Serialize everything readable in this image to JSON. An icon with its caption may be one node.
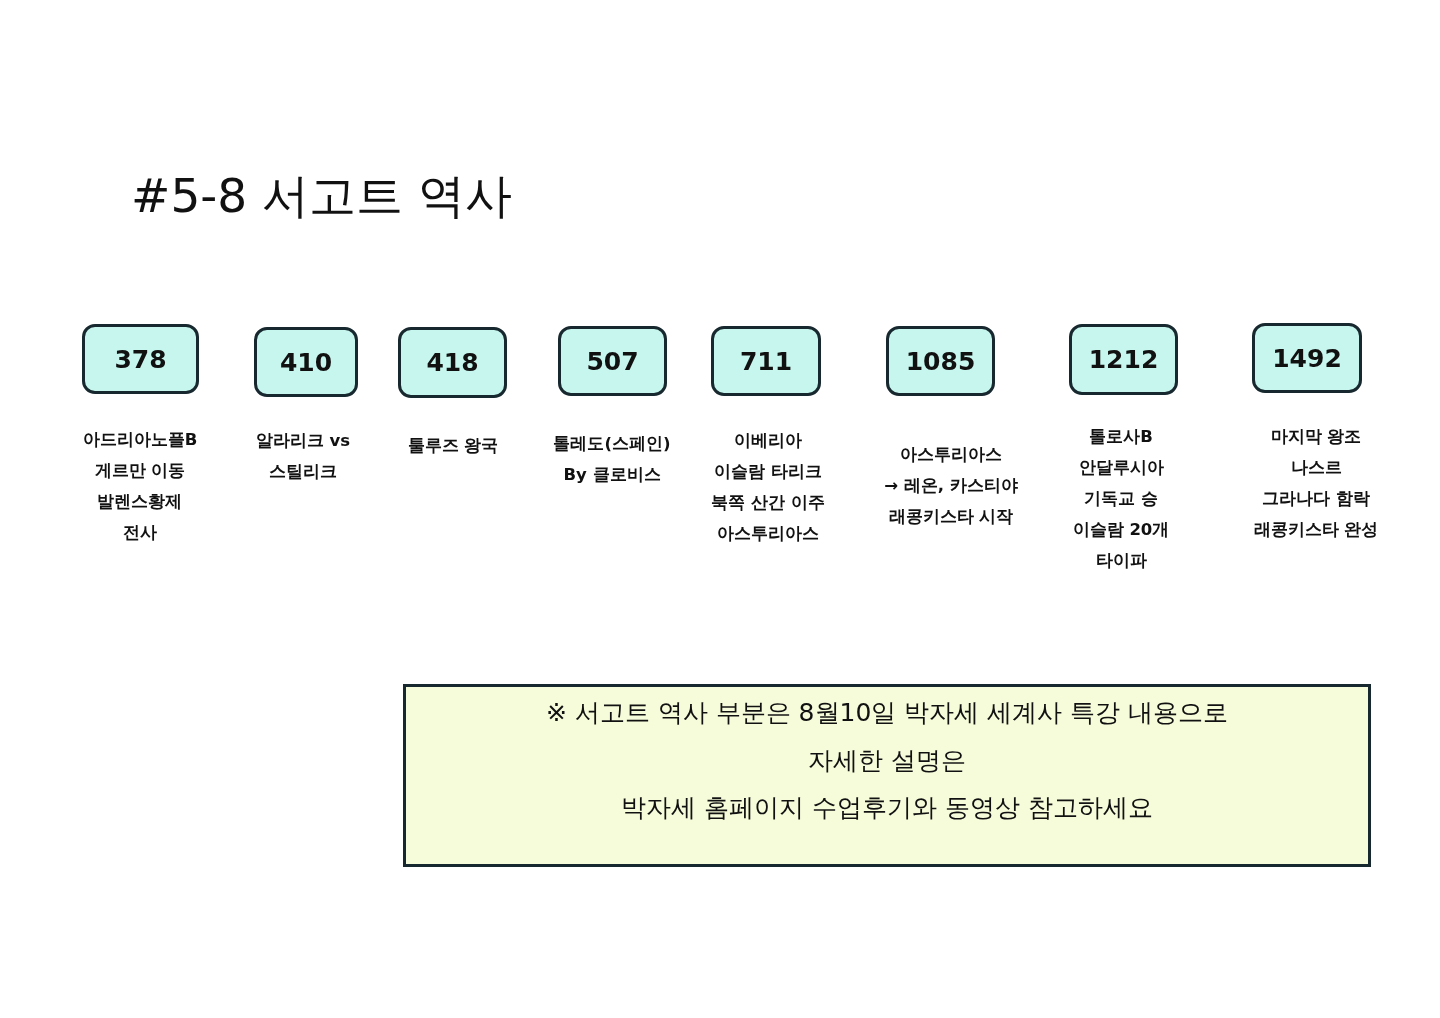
{
  "diagram": {
    "title": "#5-8 서고트 역사",
    "nodes": [
      {
        "text": [
          "378"
        ],
        "beside": [
          "아드리아노플B 게르만 이동 발렌스황제 전사"
        ]
      },
      {
        "text": [
          "410"
        ],
        "beside": [
          "알라리크 vs 스틸리크"
        ]
      },
      {
        "text": [
          "418"
        ],
        "beside": [
          "툴루즈 왕국"
        ]
      },
      {
        "text": [
          "507"
        ],
        "beside": [
          "톨레도(스페인) By 클로비스"
        ]
      },
      {
        "text": [
          "711"
        ],
        "beside": [
          "이베리아 이슬람 타리크 북쪽 산간 이주 아스투리아스"
        ]
      },
      {
        "text": [
          "1085"
        ],
        "beside": [
          "아스투리아스 → 레온, 카스티야 래콩키스타 시작"
        ]
      },
      {
        "text": [
          "1212"
        ],
        "beside": [
          "톨로사B 안달루시아 기독교 승 이슬람 20개 타이파"
        ]
      },
      {
        "text": [
          "1492"
        ],
        "beside": [
          "마지막 왕조 나스르 그라나다 함락 래콩키스타 완성"
        ]
      },
      {
        "text": [
          "※ 서고트 역사 부분은 8월10일 박자세 세계사 특강 내용으로 자세한 설명은 박자세 홈페이지 수업후기와 동영상 참고하세요"
        ]
      }
    ]
  }
}
